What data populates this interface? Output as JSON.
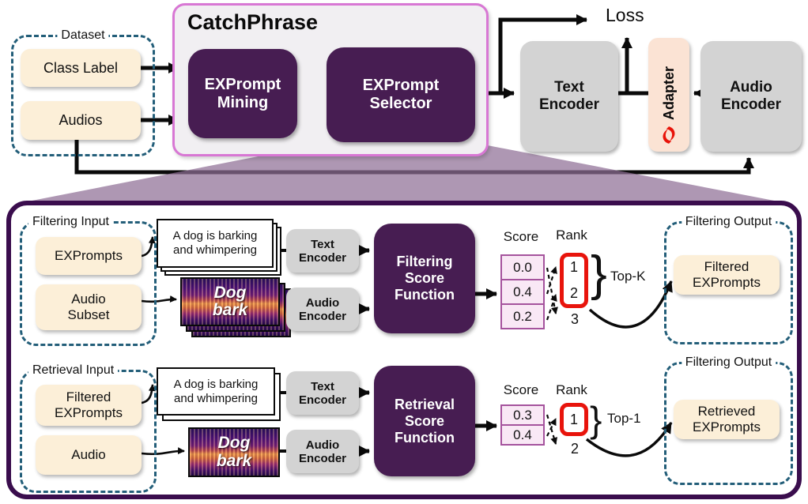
{
  "colors": {
    "purple_box": "#471d52",
    "panel_border": "#3a0d4d",
    "catchphrase_border": "#d877d4",
    "cream_box": "#fcefd8",
    "adapter_box": "#fbe3d4",
    "gray_box": "#d3d3d3",
    "dashed_border": "#235e79",
    "score_cell_border": "#a5539d",
    "score_cell_fill": "#f9e8f5",
    "rank_highlight": "#e8140c",
    "funnel": "#8f6f96"
  },
  "icons": {
    "adapter": "red-swirl-icon"
  },
  "top": {
    "dataset": {
      "label": "Dataset",
      "items": [
        "Class Label",
        "Audios"
      ]
    },
    "catchphrase": {
      "title": "CatchPhrase",
      "mining": "EXPrompt\nMining",
      "selector": "EXPrompt\nSelector"
    },
    "loss_label": "Loss",
    "text_encoder": "Text\nEncoder",
    "adapter_label": "Adapter",
    "audio_encoder": "Audio\nEncoder"
  },
  "filtering": {
    "input_label": "Filtering Input",
    "items": [
      "EXPrompts",
      "Audio\nSubset"
    ],
    "card_text": "A dog is barking\nand whimpering",
    "spectrogram_text": "Dog\nbark",
    "text_encoder": "Text\nEncoder",
    "audio_encoder": "Audio\nEncoder",
    "score_function": "Filtering\nScore\nFunction",
    "score_label": "Score",
    "scores": [
      "0.0",
      "0.4",
      "0.2"
    ],
    "rank_label": "Rank",
    "ranks_boxed": [
      "1",
      "2"
    ],
    "rank_rest": "3",
    "brace": "}",
    "top_label": "Top-K",
    "output_label": "Filtering Output",
    "output_item": "Filtered\nEXPrompts"
  },
  "retrieval": {
    "input_label": "Retrieval Input",
    "items": [
      "Filtered\nEXPrompts",
      "Audio"
    ],
    "card_text": "A dog is barking\nand whimpering",
    "spectrogram_text": "Dog\nbark",
    "text_encoder": "Text\nEncoder",
    "audio_encoder": "Audio\nEncoder",
    "score_function": "Retrieval\nScore\nFunction",
    "score_label": "Score",
    "scores": [
      "0.3",
      "0.4"
    ],
    "rank_label": "Rank",
    "ranks_boxed": [
      "1"
    ],
    "rank_rest": "2",
    "brace": "}",
    "top_label": "Top-1",
    "output_label": "Filtering Output",
    "output_item": "Retrieved\nEXPrompts"
  }
}
